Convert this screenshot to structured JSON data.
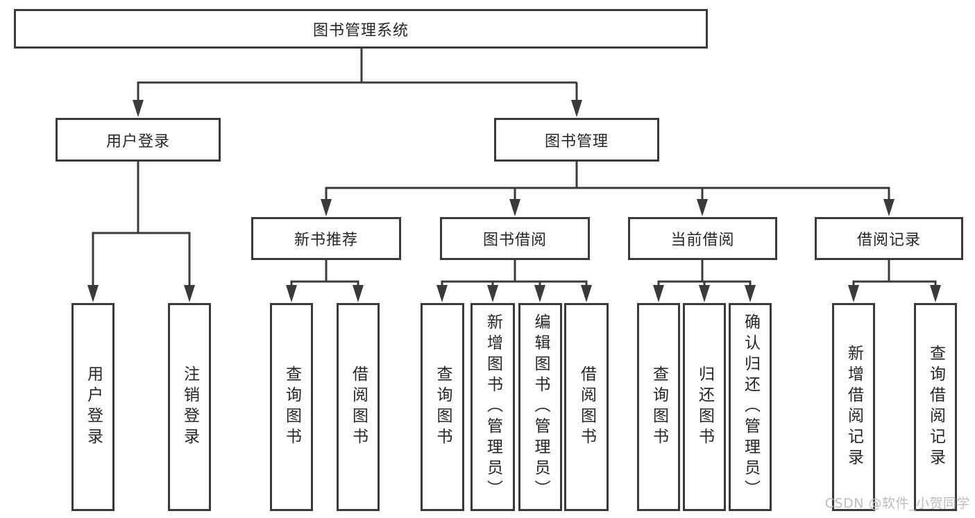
{
  "tree": {
    "label": "图书管理系统",
    "children": [
      {
        "label": "用户登录",
        "children": [
          {
            "label": "用户登录"
          },
          {
            "label": "注销登录"
          }
        ]
      },
      {
        "label": "图书管理",
        "children": [
          {
            "label": "新书推荐",
            "children": [
              {
                "label": "查询图书"
              },
              {
                "label": "借阅图书"
              }
            ]
          },
          {
            "label": "图书借阅",
            "children": [
              {
                "label": "查询图书"
              },
              {
                "label": "新增图书（管理员）"
              },
              {
                "label": "编辑图书（管理员）"
              },
              {
                "label": "借阅图书"
              }
            ]
          },
          {
            "label": "当前借阅",
            "children": [
              {
                "label": "查询图书"
              },
              {
                "label": "归还图书"
              },
              {
                "label": "确认归还（管理员）"
              }
            ]
          },
          {
            "label": "借阅记录",
            "children": [
              {
                "label": "新增借阅记录"
              },
              {
                "label": "查询借阅记录"
              }
            ]
          }
        ]
      }
    ]
  },
  "watermark": {
    "text": "CSDN @软件_小贺同学"
  },
  "colors": {
    "line": "#3a3a3a",
    "text": "#262626",
    "watermark": "#bdbdbd",
    "background": "#ffffff"
  }
}
